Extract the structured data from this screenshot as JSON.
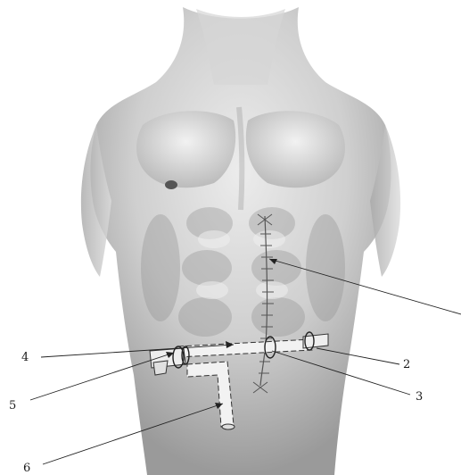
{
  "callouts": [
    {
      "id": "4",
      "label": "4"
    },
    {
      "id": "5",
      "label": "5"
    },
    {
      "id": "6",
      "label": "6"
    },
    {
      "id": "2",
      "label": "2"
    },
    {
      "id": "3",
      "label": "3"
    }
  ],
  "colors": {
    "skin_light": "#e6e6e6",
    "skin_mid": "#bdbdbd",
    "skin_dark": "#8a8a8a",
    "line": "#222222"
  }
}
